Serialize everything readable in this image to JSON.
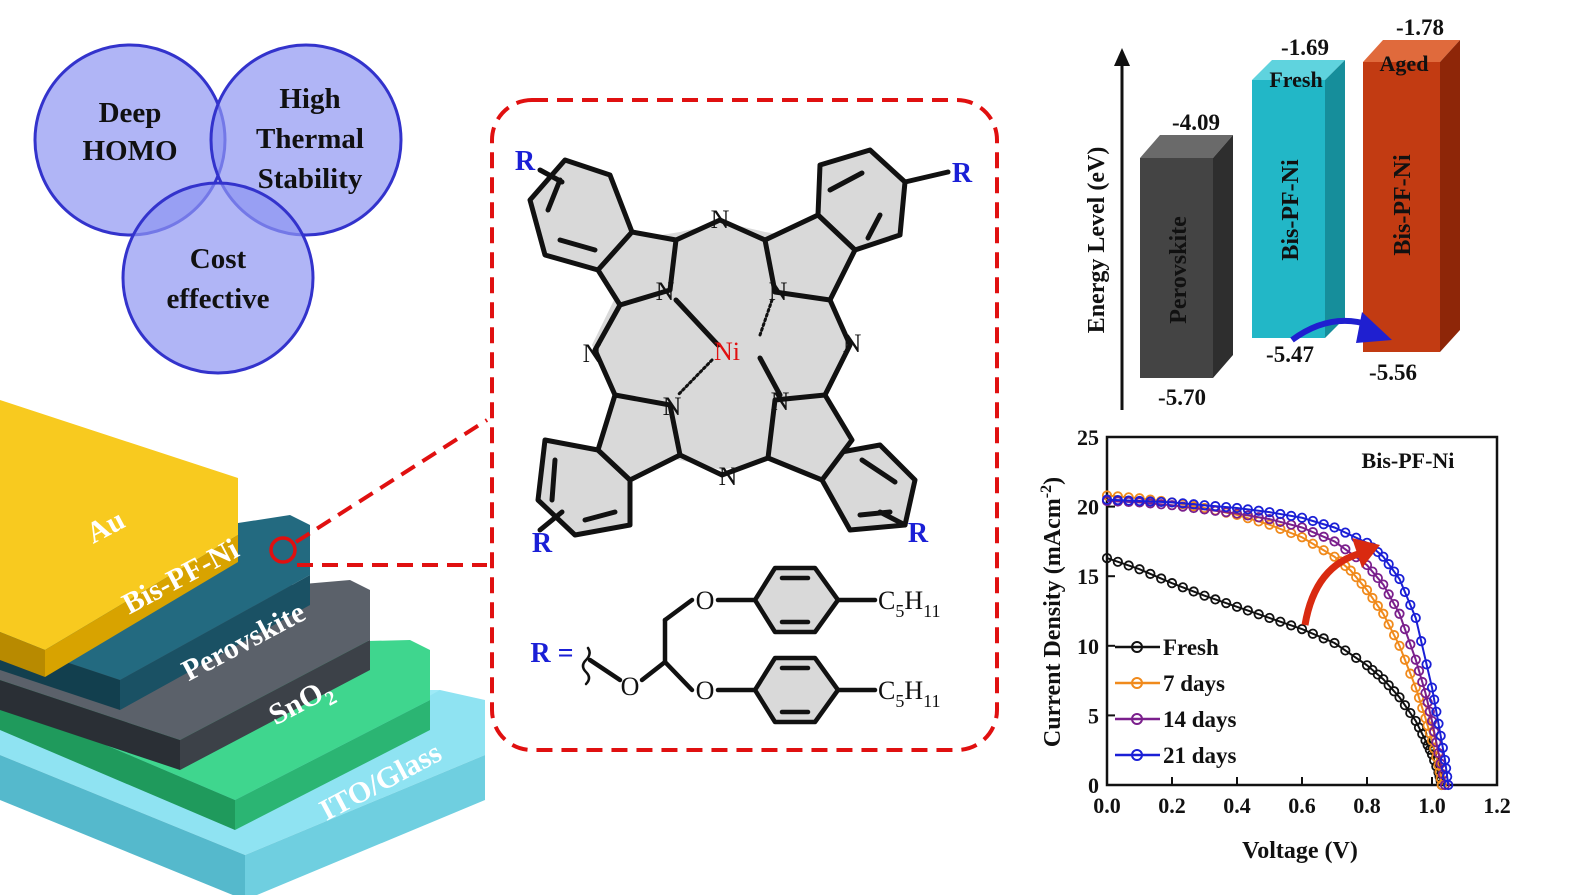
{
  "venn": {
    "circles": [
      {
        "lines": [
          "Deep",
          "HOMO"
        ]
      },
      {
        "lines": [
          "High",
          "Thermal",
          "Stability"
        ]
      },
      {
        "lines": [
          "Cost",
          "effective"
        ]
      }
    ]
  },
  "device_stack": {
    "layers": [
      {
        "label": "ITO/Glass",
        "color": "#7fd9ea"
      },
      {
        "label": "SnO",
        "sub": "2",
        "color": "#3ecf8a"
      },
      {
        "label": "Perovskite",
        "color": "#555b63"
      },
      {
        "label": "Bis-PF-Ni",
        "color": "#1f6076"
      },
      {
        "label": "Au",
        "color": "#f5c518"
      }
    ]
  },
  "molecule": {
    "n_label": "N",
    "metal": "Ni",
    "r_label": "R",
    "r_def": "R =",
    "o_label": "O",
    "alkyl": "C",
    "alkyl_sub1": "5",
    "alkyl_h": "H",
    "alkyl_sub2": "11"
  },
  "energy_diagram": {
    "axis_label": "Energy Level (eV)",
    "bars": [
      {
        "name": "Perovskite",
        "top": "-4.09",
        "bottom": "-5.70",
        "color": "#4a4a4a"
      },
      {
        "name": "Bis-PF-Ni",
        "tag": "Fresh",
        "top": "-1.69",
        "bottom": "-5.47",
        "color": "#22b7c7"
      },
      {
        "name": "Bis-PF-Ni",
        "tag": "Aged",
        "top": "-1.78",
        "bottom": "-5.56",
        "color": "#c23b12"
      }
    ],
    "arrow_color": "#1f1fd0"
  },
  "chart_data": {
    "type": "line",
    "title": "Bis-PF-Ni",
    "xlabel": "Voltage (V)",
    "ylabel": "Current Density (mAcm",
    "ylabel_sup": "-2",
    "ylabel_tail": ")",
    "xlim": [
      0,
      1.2
    ],
    "ylim": [
      0,
      25
    ],
    "xticks": [
      "0.0",
      "0.2",
      "0.4",
      "0.6",
      "0.8",
      "1.0",
      "1.2"
    ],
    "yticks": [
      "0",
      "5",
      "10",
      "15",
      "20",
      "25"
    ],
    "legend": "bottom-left",
    "series": [
      {
        "name": "Fresh",
        "color": "#111111",
        "x": [
          0.0,
          0.1,
          0.2,
          0.3,
          0.4,
          0.5,
          0.6,
          0.7,
          0.8,
          0.85,
          0.9,
          0.95,
          0.98,
          1.0,
          1.02,
          1.03
        ],
        "y": [
          16.3,
          15.5,
          14.5,
          13.6,
          12.8,
          12.0,
          11.2,
          10.2,
          8.6,
          7.6,
          6.3,
          4.6,
          3.2,
          2.2,
          0.9,
          0.0
        ]
      },
      {
        "name": "7 days",
        "color": "#f08a1c",
        "x": [
          0.0,
          0.1,
          0.2,
          0.3,
          0.4,
          0.5,
          0.6,
          0.7,
          0.75,
          0.8,
          0.85,
          0.9,
          0.95,
          0.98,
          1.0,
          1.02,
          1.03
        ],
        "y": [
          20.8,
          20.6,
          20.3,
          19.9,
          19.4,
          18.7,
          17.8,
          16.4,
          15.4,
          14.0,
          12.3,
          10.0,
          7.0,
          4.8,
          3.2,
          1.4,
          0.0
        ]
      },
      {
        "name": "14 days",
        "color": "#7a1f8c",
        "x": [
          0.0,
          0.1,
          0.2,
          0.3,
          0.4,
          0.5,
          0.6,
          0.7,
          0.8,
          0.85,
          0.9,
          0.95,
          0.98,
          1.0,
          1.02,
          1.04
        ],
        "y": [
          20.4,
          20.3,
          20.1,
          19.8,
          19.5,
          19.1,
          18.5,
          17.5,
          15.8,
          14.4,
          12.3,
          9.0,
          6.6,
          4.6,
          2.3,
          0.0
        ]
      },
      {
        "name": "21 days",
        "color": "#1a1fd6",
        "x": [
          0.0,
          0.1,
          0.2,
          0.3,
          0.4,
          0.5,
          0.6,
          0.7,
          0.8,
          0.85,
          0.9,
          0.95,
          1.0,
          1.02,
          1.04,
          1.05
        ],
        "y": [
          20.5,
          20.4,
          20.3,
          20.1,
          19.9,
          19.6,
          19.2,
          18.5,
          17.4,
          16.4,
          14.8,
          12.0,
          7.0,
          4.4,
          1.8,
          0.0
        ]
      }
    ]
  }
}
